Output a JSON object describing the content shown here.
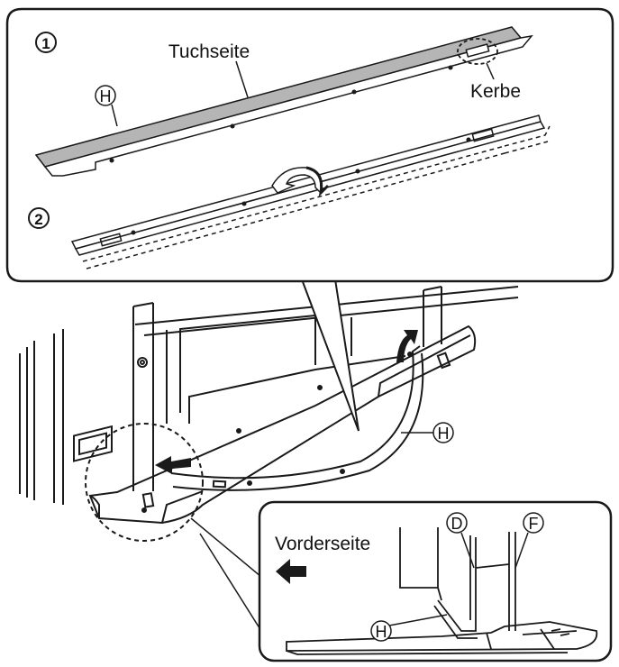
{
  "callout_top": {
    "step1_marker": "1",
    "step2_marker": "2",
    "label_tuchseite": "Tuchseite",
    "label_kerbe": "Kerbe",
    "part_h": "H"
  },
  "main_view": {
    "part_h": "H"
  },
  "callout_bottom": {
    "label_vorderseite": "Vorderseite",
    "part_d": "D",
    "part_f": "F",
    "part_h": "H"
  },
  "colors": {
    "line": "#1a1a1a",
    "cloth": "#b5b5b5",
    "background": "#ffffff"
  }
}
